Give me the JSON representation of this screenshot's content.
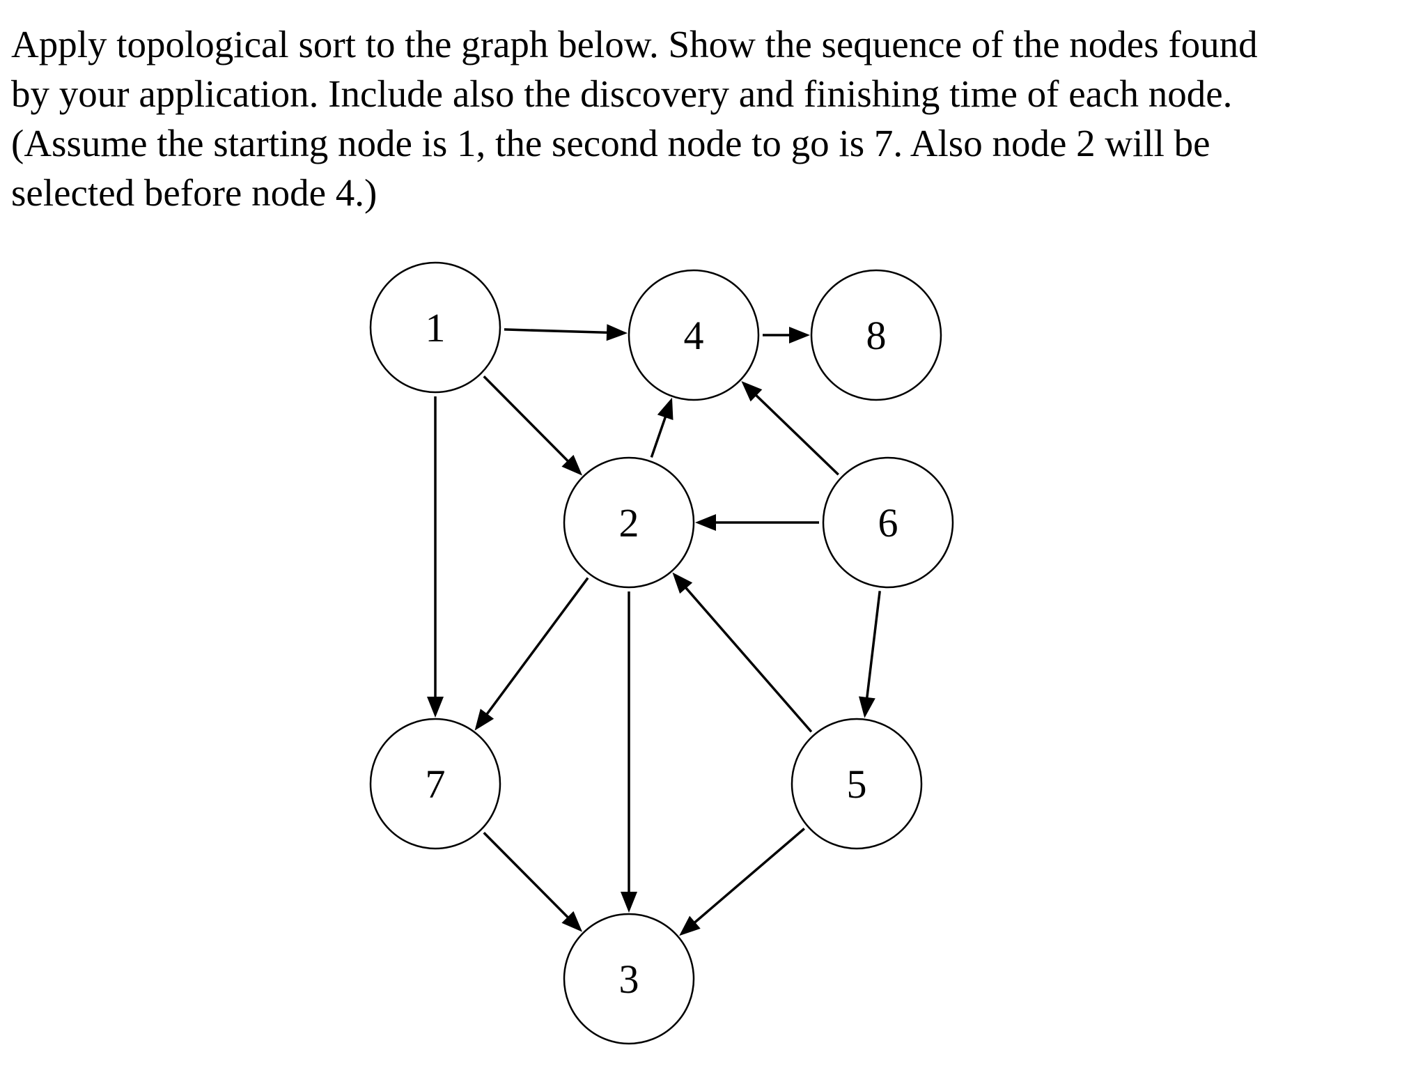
{
  "question": {
    "lines": [
      "Apply topological sort to the graph below. Show the sequence of the nodes found",
      "by your application. Include also the discovery and finishing time of each node.",
      "(Assume the starting node is 1, the second node to go is 7.  Also node 2 will be",
      "selected before node 4.)"
    ]
  },
  "graph": {
    "nodes": [
      {
        "id": "1",
        "label": "1"
      },
      {
        "id": "4",
        "label": "4"
      },
      {
        "id": "8",
        "label": "8"
      },
      {
        "id": "2",
        "label": "2"
      },
      {
        "id": "6",
        "label": "6"
      },
      {
        "id": "7",
        "label": "7"
      },
      {
        "id": "5",
        "label": "5"
      },
      {
        "id": "3",
        "label": "3"
      }
    ],
    "edges": [
      {
        "from": "1",
        "to": "4"
      },
      {
        "from": "4",
        "to": "8"
      },
      {
        "from": "1",
        "to": "2"
      },
      {
        "from": "1",
        "to": "7"
      },
      {
        "from": "2",
        "to": "4"
      },
      {
        "from": "6",
        "to": "4"
      },
      {
        "from": "6",
        "to": "2"
      },
      {
        "from": "6",
        "to": "5"
      },
      {
        "from": "2",
        "to": "7"
      },
      {
        "from": "2",
        "to": "3"
      },
      {
        "from": "5",
        "to": "2"
      },
      {
        "from": "7",
        "to": "3"
      },
      {
        "from": "5",
        "to": "3"
      }
    ]
  }
}
